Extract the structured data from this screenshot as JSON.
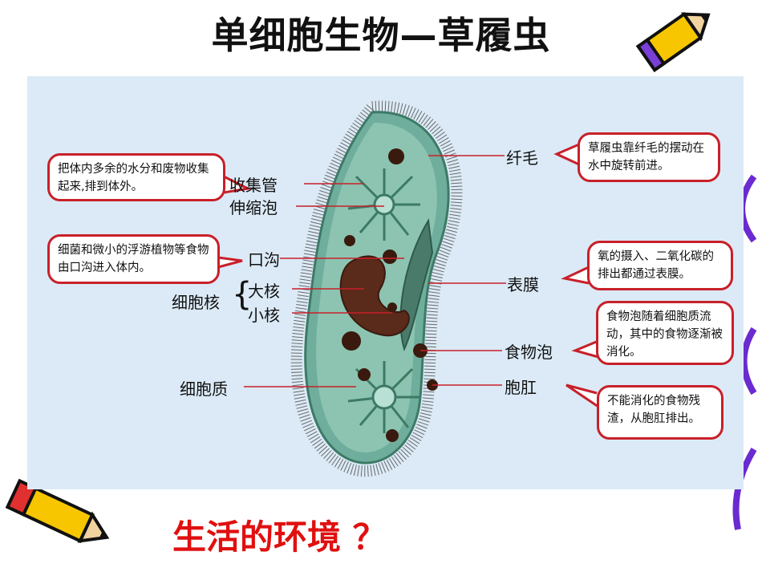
{
  "title": "单细胞生物—草履虫",
  "question": "生活的环境 ？",
  "labels": {
    "shoumao": "纤毛",
    "shoujiguan": "收集管",
    "shensuopao": "伸缩泡",
    "kougou": "口沟",
    "xibaohe": "细胞核",
    "dahe": "大核",
    "xiaohe": "小核",
    "xibaozhi": "细胞质",
    "biaomo": "表膜",
    "shiwupao": "食物泡",
    "baogang": "胞肛"
  },
  "callouts": {
    "collect": "把体内多余的水分和废物收集起来,排到体外。",
    "oral": "细菌和微小的浮游植物等食物由口沟进入体内。",
    "cilia": "草履虫靠纤毛的摆动在水中旋转前进。",
    "membrane": "氧的摄入、二氧化碳的排出都通过表膜。",
    "foodvac": "食物泡随着细胞质流动，其中的食物逐渐被消化。",
    "anus": "不能消化的食物残渣，从胞肛排出。"
  },
  "colors": {
    "title": "#111111",
    "question": "#e01010",
    "callout_border": "#c8202a",
    "panel": "#dbeaf6",
    "cell": "#6fae9c"
  },
  "icons": [
    "pencil-icon",
    "pencil-icon"
  ]
}
